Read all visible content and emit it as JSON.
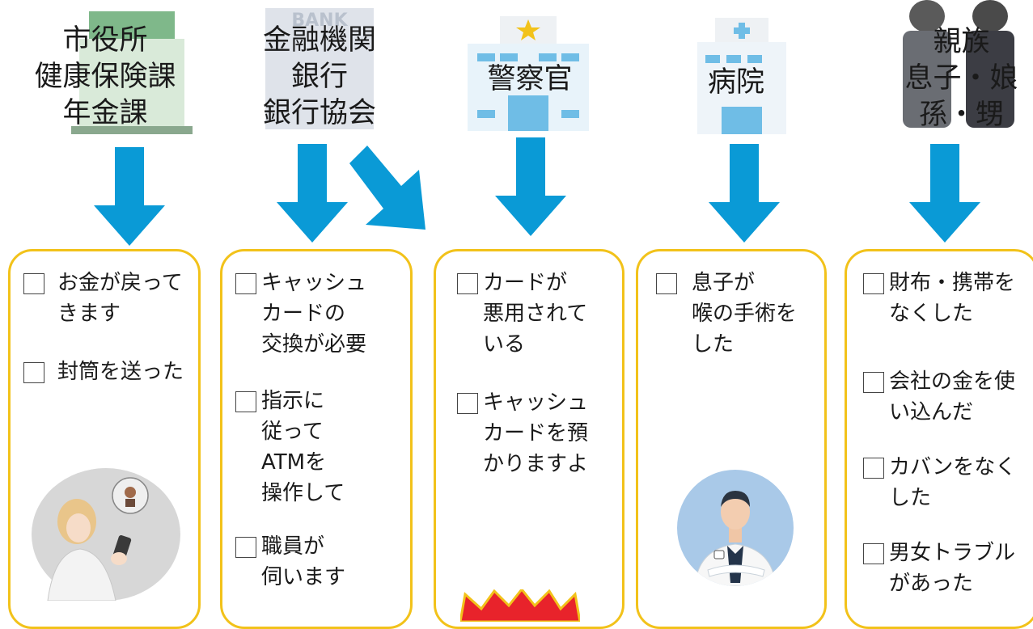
{
  "columns": [
    {
      "title_lines": [
        "市役所",
        "健康保険課",
        "年金課"
      ],
      "illustration": "city-hall-icon",
      "items": [
        {
          "lines": [
            "お金が戻って",
            "きます"
          ]
        },
        {
          "lines": [
            "封筒を送った"
          ]
        }
      ],
      "bottom_image": "worried-woman-phone-icon"
    },
    {
      "title_lines": [
        "金融機関",
        "銀行",
        "銀行協会"
      ],
      "illustration": "bank-building-icon",
      "items": [
        {
          "lines": [
            "キャッシュ",
            "カードの",
            "交換が必要"
          ]
        },
        {
          "lines": [
            "指示に",
            "従って",
            "ATMを",
            "操作して"
          ]
        },
        {
          "lines": [
            "職員が",
            "伺います"
          ]
        }
      ]
    },
    {
      "title_lines": [
        "警察官"
      ],
      "illustration": "police-station-icon",
      "items": [
        {
          "lines": [
            "カードが",
            "悪用されて",
            "いる"
          ]
        },
        {
          "lines": [
            "キャッシュ",
            "カードを預",
            "かりますよ"
          ]
        }
      ],
      "bottom_image": "burst-icon"
    },
    {
      "title_lines": [
        "病院"
      ],
      "illustration": "hospital-icon",
      "items": [
        {
          "lines": [
            "息子が",
            "喉の手術を",
            "した"
          ]
        }
      ],
      "bottom_image": "doctor-icon"
    },
    {
      "title_lines": [
        "親族",
        "息子・娘",
        "孫・甥"
      ],
      "illustration": "relatives-icon",
      "items": [
        {
          "lines": [
            "財布・携帯を",
            "なくした"
          ]
        },
        {
          "lines": [
            "会社の金を使",
            "い込んだ"
          ]
        },
        {
          "lines": [
            "カバンをなく",
            "した"
          ]
        },
        {
          "lines": [
            "男女トラブル",
            "があった"
          ]
        }
      ]
    }
  ],
  "colors": {
    "arrow": "#0a9ad6",
    "card_border": "#f2c21a",
    "burst": "#e8232b"
  }
}
